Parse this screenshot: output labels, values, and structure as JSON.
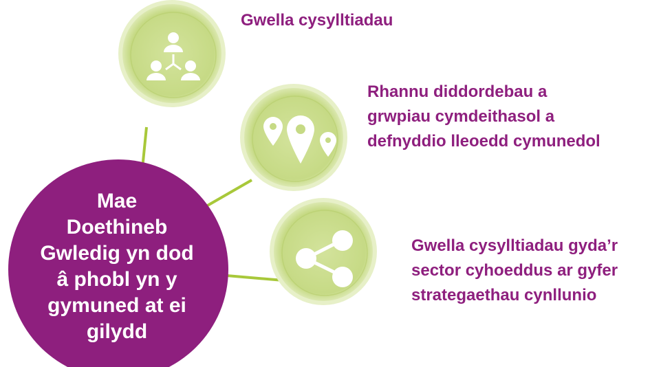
{
  "center": {
    "lines": [
      "Mae",
      "Doethineb",
      "Gwledig yn dod",
      "â phobl yn y",
      "gymuned at ei",
      "gilydd"
    ]
  },
  "nodes": [
    {
      "icon": "people-network-icon",
      "lines": [
        "Gwella cysylltiadau"
      ]
    },
    {
      "icon": "map-pins-icon",
      "lines": [
        "Rhannu diddordebau a",
        "grwpiau cymdeithasol a",
        "defnyddio lleoedd cymunedol"
      ]
    },
    {
      "icon": "share-icon",
      "lines": [
        "Gwella cysylltiadau gyda’r",
        "sector cyhoeddus ar gyfer",
        "strategaethau cynllunio"
      ]
    }
  ],
  "colors": {
    "hub": "#8e1f7e",
    "node": "#c9dc8c",
    "node_ring": "#b6cd6a",
    "connector": "#a8c83a",
    "text_accent": "#8e1f7e"
  }
}
